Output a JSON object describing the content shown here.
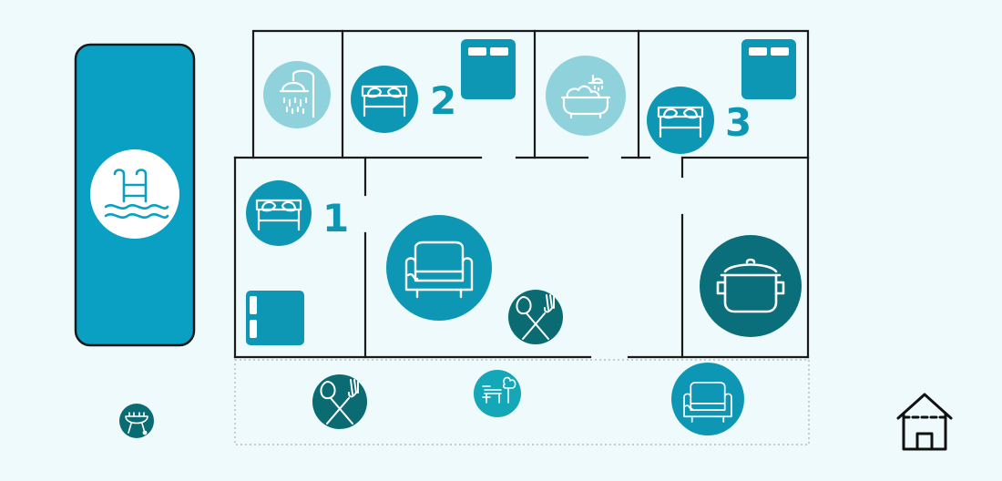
{
  "floor_plan": {
    "rooms": [
      {
        "id": "bedroom-1",
        "number": "1",
        "icons": [
          "bed-icon",
          "single-bed-icon"
        ]
      },
      {
        "id": "bedroom-2",
        "number": "2",
        "icons": [
          "bed-icon",
          "double-bed-icon"
        ]
      },
      {
        "id": "bedroom-3",
        "number": "3",
        "icons": [
          "bed-icon",
          "double-bed-icon"
        ]
      },
      {
        "id": "shower-room",
        "icons": [
          "shower-icon"
        ]
      },
      {
        "id": "bathroom",
        "icons": [
          "bathtub-icon"
        ]
      },
      {
        "id": "living-room",
        "icons": [
          "sofa-icon",
          "dining-icon"
        ]
      },
      {
        "id": "kitchen",
        "icons": [
          "cooking-pot-icon"
        ]
      },
      {
        "id": "terrace",
        "icons": [
          "dining-icon",
          "garden-furniture-icon",
          "armchair-icon"
        ]
      },
      {
        "id": "pool",
        "icons": [
          "pool-icon"
        ]
      },
      {
        "id": "garden",
        "icons": [
          "barbecue-icon"
        ]
      }
    ],
    "legend_icon": "house-icon"
  },
  "colors": {
    "background": "#eefafb",
    "wall": "#1a1a1a",
    "pool": "#0aa0c4",
    "bedroom": "#0d97b5",
    "bath": "#8fd2dc",
    "kitchen": "#0a6f7a",
    "dining": "#0b6b73",
    "mid": "#14a7b7",
    "number": "#0d97b5"
  }
}
